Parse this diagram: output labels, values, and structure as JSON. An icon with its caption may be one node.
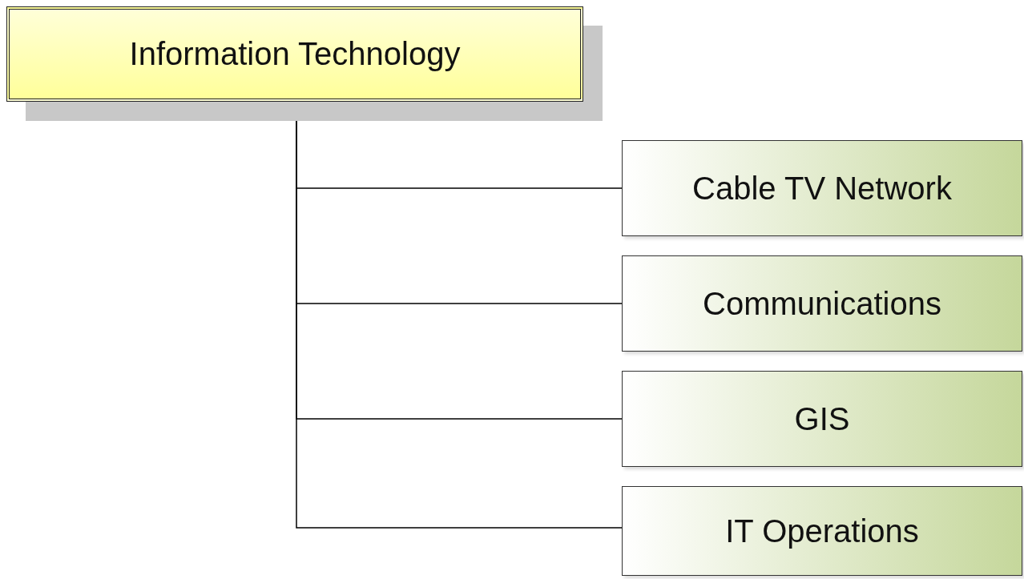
{
  "diagram": {
    "nodes": [
      {
        "text": [
          "Information Technology"
        ]
      },
      {
        "text": [
          "Cable TV Network"
        ]
      },
      {
        "text": [
          "Communications"
        ]
      },
      {
        "text": [
          "GIS"
        ]
      },
      {
        "text": [
          "IT Operations"
        ]
      }
    ],
    "edges": [
      {
        "from": 0,
        "to": 1,
        "arrow": "none"
      },
      {
        "from": 0,
        "to": 2,
        "arrow": "none"
      },
      {
        "from": 0,
        "to": 3,
        "arrow": "none"
      },
      {
        "from": 0,
        "to": 4,
        "arrow": "none"
      }
    ]
  }
}
